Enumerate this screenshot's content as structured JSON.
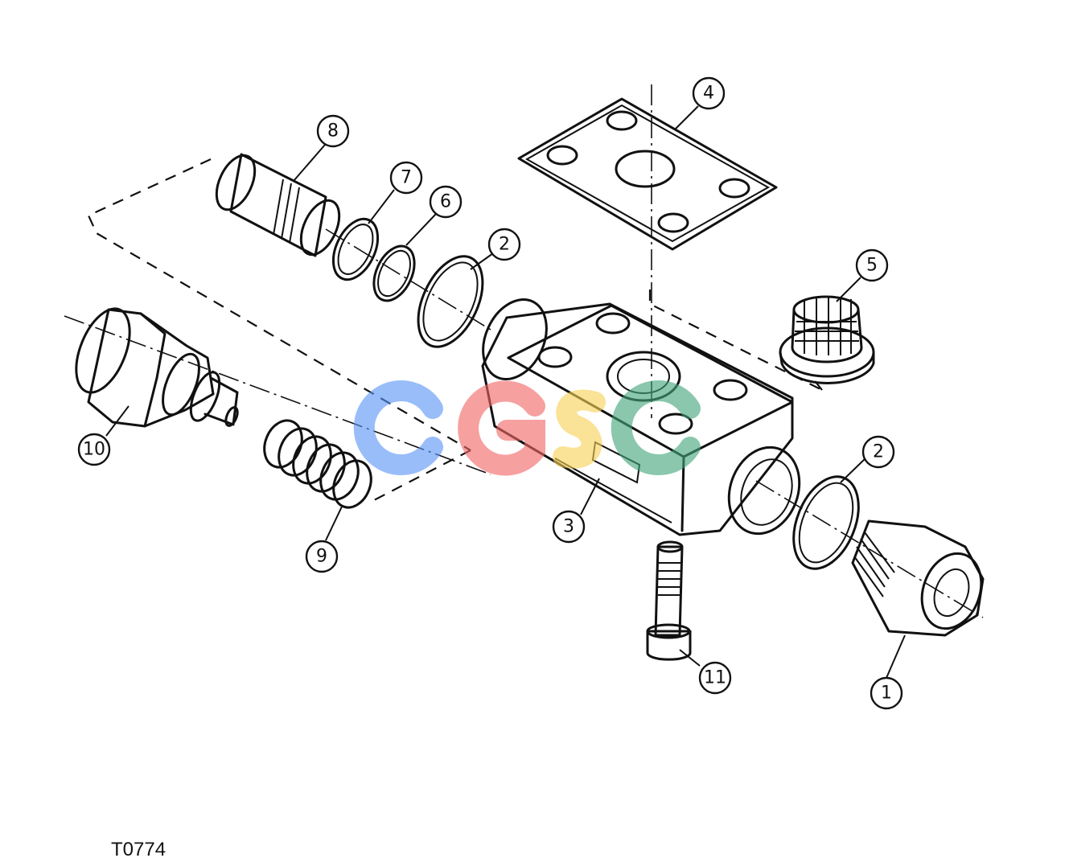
{
  "figure_code": "T0774",
  "callouts": [
    "1",
    "2",
    "2",
    "3",
    "4",
    "5",
    "6",
    "7",
    "8",
    "9",
    "10",
    "11"
  ],
  "watermark": {
    "letters": [
      "C",
      "G",
      "S",
      "C"
    ],
    "colors": [
      "#5b95f5",
      "#f06565",
      "#f7d155",
      "#42a57a"
    ]
  }
}
